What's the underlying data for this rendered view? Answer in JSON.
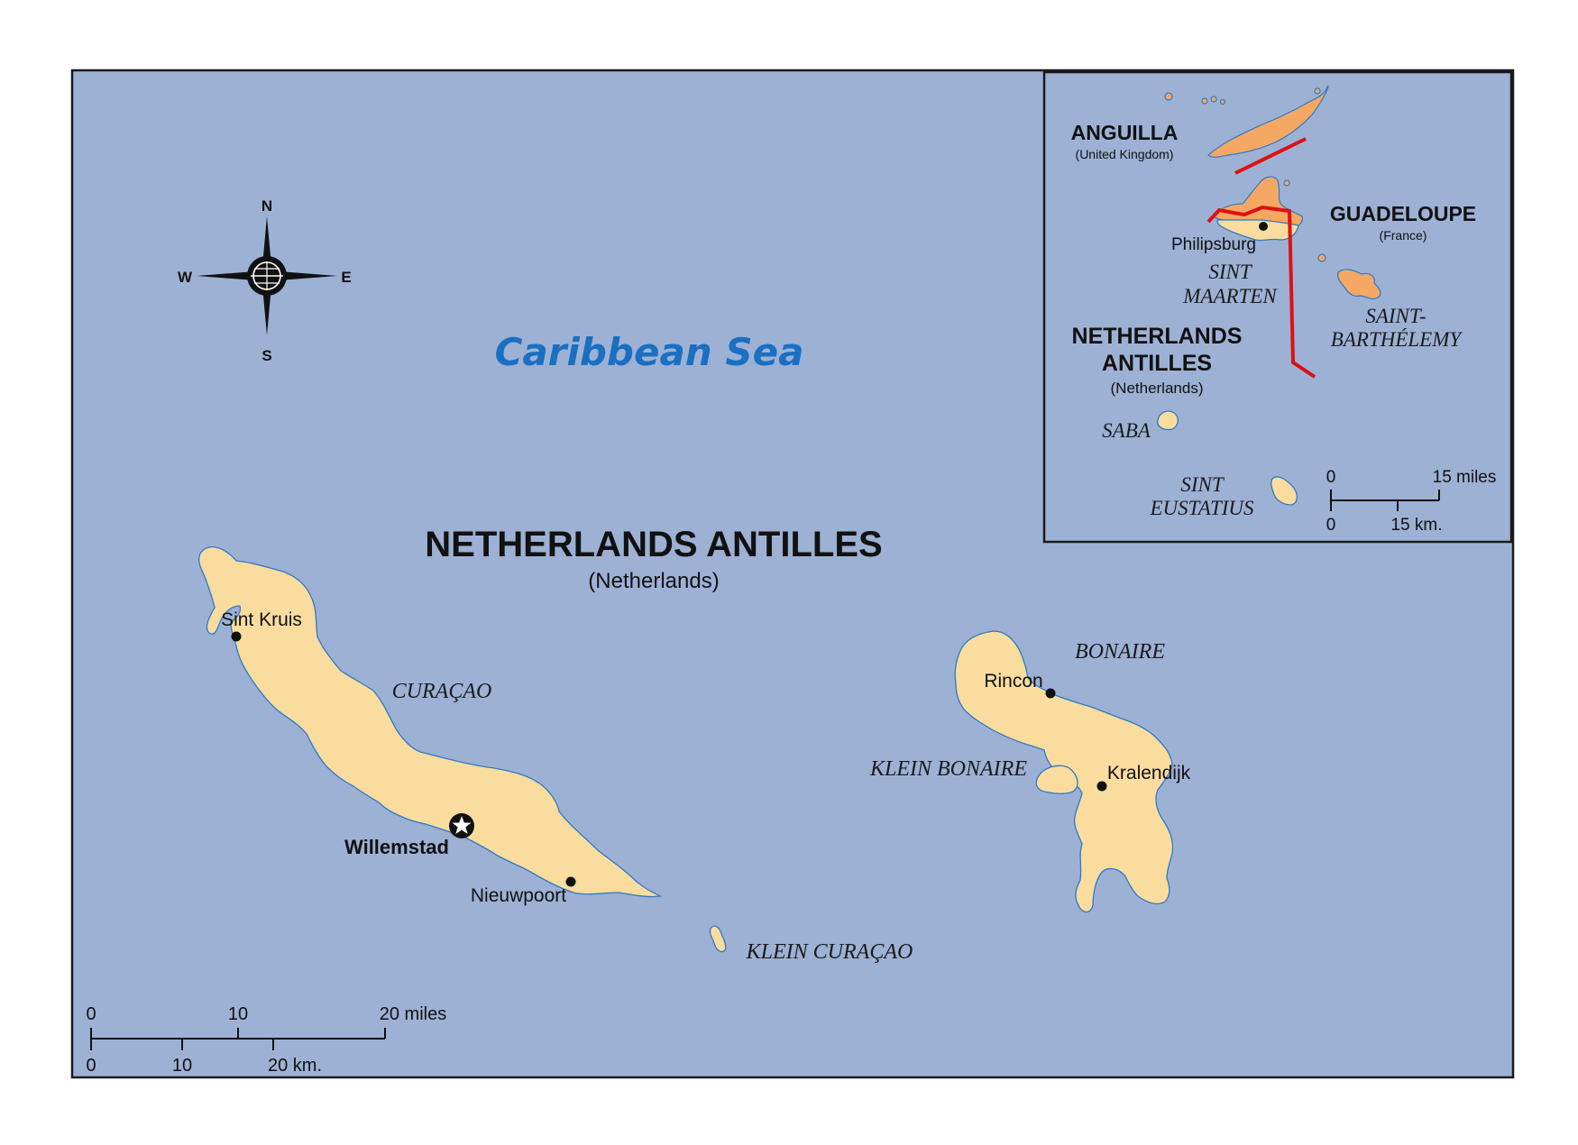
{
  "colors": {
    "sea": "#9db1d5",
    "land": "#fbdc9f",
    "neighbor_land": "#f4a864",
    "coast": "#2e7bc0",
    "border": "#dd1111",
    "frame": "#1a1a1a",
    "sea_label": "#1a6fc1"
  },
  "map": {
    "title": "NETHERLANDS ANTILLES",
    "subtitle": "(Netherlands)",
    "sea_label": "Caribbean Sea"
  },
  "compass": {
    "icon": "compass-rose-icon",
    "n": "N",
    "s": "S",
    "e": "E",
    "w": "W"
  },
  "islands": {
    "curacao": "CURAÇAO",
    "bonaire": "BONAIRE",
    "klein_bonaire": "KLEIN BONAIRE",
    "klein_curacao": "KLEIN CURAÇAO"
  },
  "places": {
    "sint_kruis": "Sint Kruis",
    "willemstad": "Willemstad",
    "nieuwpoort": "Nieuwpoort",
    "rincon": "Rincon",
    "kralendijk": "Kralendijk",
    "capital_icon": "capital-star-icon"
  },
  "scale_main": {
    "miles": [
      "0",
      "10",
      "20 miles"
    ],
    "km": [
      "0",
      "10",
      "20 km."
    ]
  },
  "inset": {
    "anguilla": "ANGUILLA",
    "anguilla_sub": "(United Kingdom)",
    "guadeloupe": "GUADELOUPE",
    "guadeloupe_sub": "(France)",
    "philipsburg": "Philipsburg",
    "sint_maarten_1": "SINT",
    "sint_maarten_2": "MAARTEN",
    "saint_barth_1": "SAINT-",
    "saint_barth_2": "BARTHÉLEMY",
    "na_1": "NETHERLANDS",
    "na_2": "ANTILLES",
    "na_sub": "(Netherlands)",
    "saba": "SABA",
    "sint_eustatius_1": "SINT",
    "sint_eustatius_2": "EUSTATIUS",
    "scale_miles": [
      "0",
      "15 miles"
    ],
    "scale_km": [
      "0",
      "15 km."
    ]
  }
}
